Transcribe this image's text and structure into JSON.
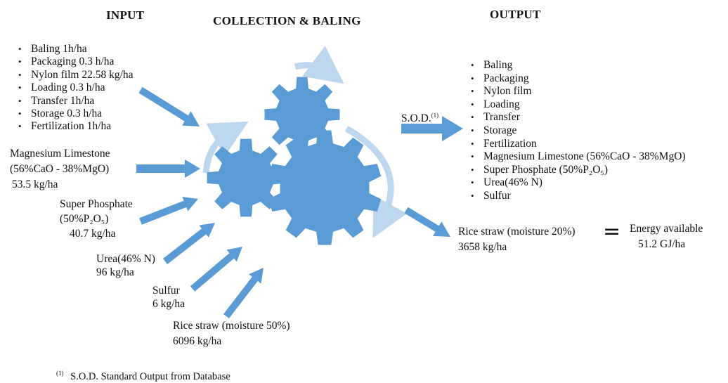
{
  "headings": {
    "input": "INPUT",
    "collection": "COLLECTION & BALING",
    "output": "OUTPUT"
  },
  "input_list": [
    "Baling  1h/ha",
    "Packaging  0.3 h/ha",
    "Nylon film  22.58 kg/ha",
    "Loading   0.3 h/ha",
    "Transfer  1h/ha",
    "Storage  0.3 h/ha",
    "Fertilization   1h/ha"
  ],
  "inputs": {
    "magnesium": {
      "line1": "Magnesium Limestone",
      "line2": "(56%CaO - 38%MgO)",
      "line3": "53.5 kg/ha"
    },
    "phosphate": {
      "line1": "Super Phosphate",
      "line2": "(50%P₂O₅)",
      "line3": "40.7 kg/ha"
    },
    "urea": {
      "line1": "Urea(46% N)",
      "line2": "96 kg/ha"
    },
    "sulfur": {
      "line1": "Sulfur",
      "line2": "6 kg/ha"
    },
    "rice_straw": {
      "line1": "Rice straw (moisture 50%)",
      "line2": "6096 kg/ha"
    }
  },
  "sod": {
    "label": "S.O.D.",
    "marker": "(1)"
  },
  "output_list": [
    "Baling",
    "Packaging",
    "Nylon film",
    "Loading",
    "Transfer",
    "Storage",
    "Fertilization",
    "Magnesium Limestone (56%CaO - 38%MgO)",
    "Super Phosphate  (50%P₂O₅)",
    "Urea(46% N)",
    "Sulfur"
  ],
  "output_straw": {
    "line1": "Rice straw (moisture 20%)",
    "line2": "3658 kg/ha"
  },
  "equals": "=",
  "energy": {
    "line1": "Energy available",
    "line2": "51.2 GJ/ha"
  },
  "footnote": {
    "marker": "(1)",
    "text": "S.O.D.  Standard Output from Database"
  },
  "colors": {
    "arrow": "#5b9bd5",
    "gear": "#5b9bd5",
    "rotation_arrow": "#bdd7ee"
  }
}
